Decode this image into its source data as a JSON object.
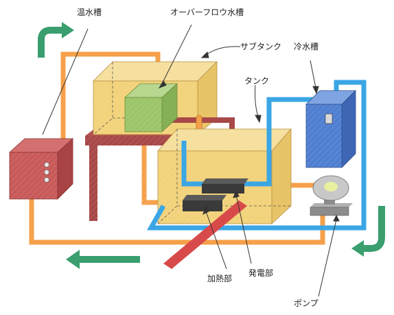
{
  "labels": {
    "hot_tank": "温水槽",
    "overflow_tank": "オーバーフロウ水槽",
    "sub_tank": "サブタンク",
    "cold_tank": "冷水槽",
    "tank": "タンク",
    "heating_unit": "加熱部",
    "power_unit": "発電部",
    "pump": "ポンプ"
  },
  "colors": {
    "hot_pipe": "#f5a04a",
    "cold_pipe": "#3aa6e6",
    "flow_arrow": "#3a9e6e",
    "tank": "#f2d27a",
    "overflow": "#9cc56a",
    "hot_box": "#c85a5a",
    "cold_box": "#4f7fd0",
    "table": "#a84848",
    "module": "#3a3a3a"
  }
}
